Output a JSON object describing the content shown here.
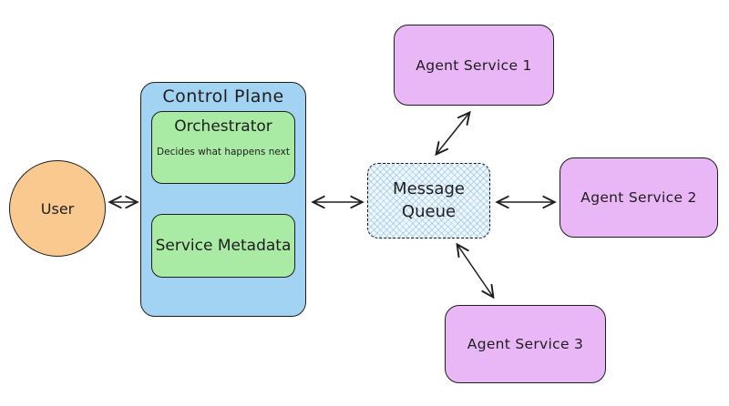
{
  "diagram": {
    "user": {
      "label": "User"
    },
    "control_plane": {
      "title": "Control Plane",
      "orchestrator": {
        "title": "Orchestrator",
        "subtitle": "Decides what happens next"
      },
      "service_metadata": {
        "title": "Service Metadata"
      }
    },
    "message_queue": {
      "label": "Message Queue"
    },
    "agents": [
      {
        "label": "Agent Service 1"
      },
      {
        "label": "Agent Service 2"
      },
      {
        "label": "Agent Service 3"
      }
    ],
    "connections": [
      {
        "from": "User",
        "to": "Control Plane",
        "bidirectional": true
      },
      {
        "from": "Control Plane",
        "to": "Message Queue",
        "bidirectional": true
      },
      {
        "from": "Message Queue",
        "to": "Agent Service 1",
        "bidirectional": true
      },
      {
        "from": "Message Queue",
        "to": "Agent Service 2",
        "bidirectional": true
      },
      {
        "from": "Message Queue",
        "to": "Agent Service 3",
        "bidirectional": true
      }
    ],
    "colors": {
      "stroke": "#1e1e1e",
      "user_fill": "#f9c98f",
      "control_plane_fill": "#a3d3f2",
      "inner_box_fill": "#a9eba5",
      "agent_fill": "#eab7f6",
      "queue_fill": "#eef7fd",
      "queue_hatch": "#64a5d7",
      "background": "#ffffff"
    }
  }
}
